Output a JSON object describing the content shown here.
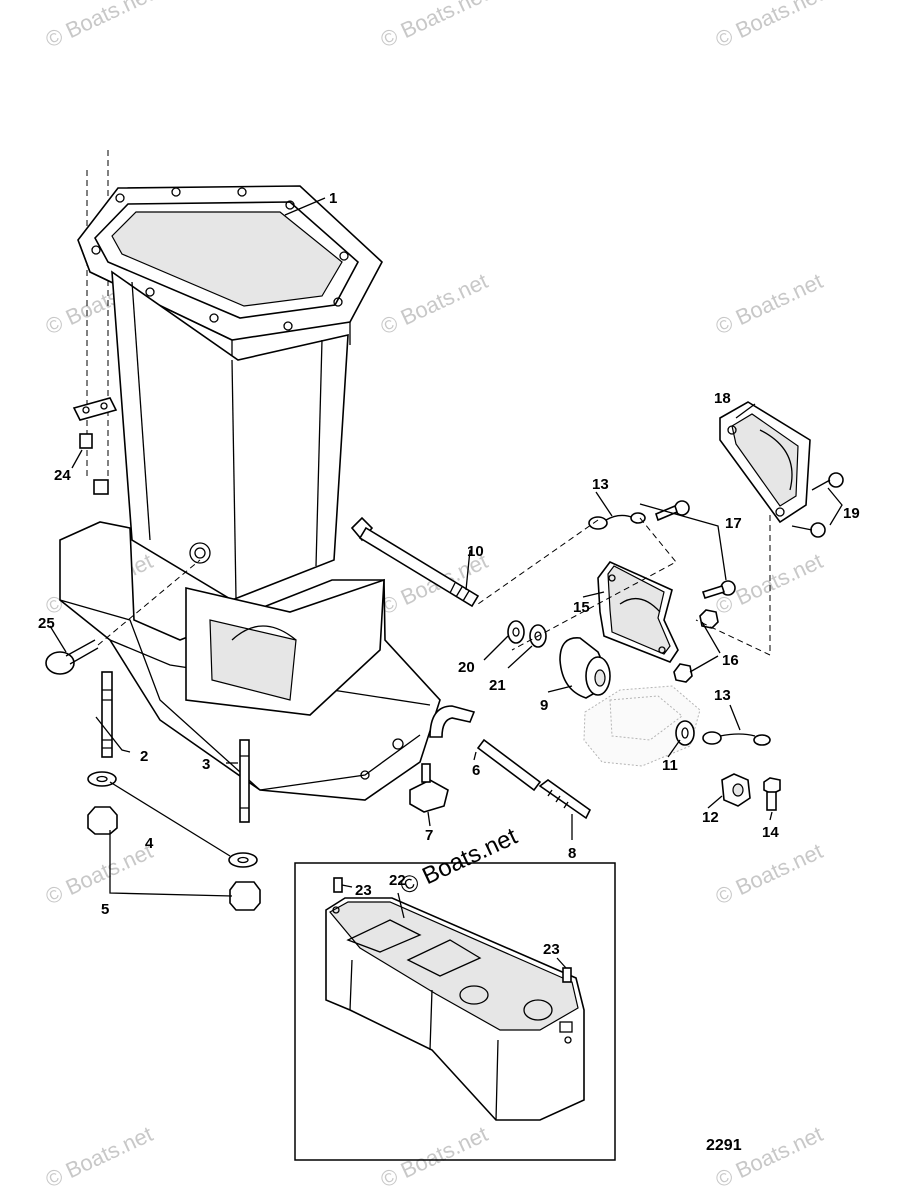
{
  "watermark": "© Boats.net",
  "diagram_number": "2291",
  "callouts": [
    {
      "id": "c1",
      "label": "1"
    },
    {
      "id": "c2",
      "label": "2"
    },
    {
      "id": "c3",
      "label": "3"
    },
    {
      "id": "c4",
      "label": "4"
    },
    {
      "id": "c5",
      "label": "5"
    },
    {
      "id": "c6",
      "label": "6"
    },
    {
      "id": "c7",
      "label": "7"
    },
    {
      "id": "c8",
      "label": "8"
    },
    {
      "id": "c9",
      "label": "9"
    },
    {
      "id": "c10",
      "label": "10"
    },
    {
      "id": "c11",
      "label": "11"
    },
    {
      "id": "c12",
      "label": "12"
    },
    {
      "id": "c13a",
      "label": "13"
    },
    {
      "id": "c13b",
      "label": "13"
    },
    {
      "id": "c14",
      "label": "14"
    },
    {
      "id": "c15",
      "label": "15"
    },
    {
      "id": "c16",
      "label": "16"
    },
    {
      "id": "c17",
      "label": "17"
    },
    {
      "id": "c18",
      "label": "18"
    },
    {
      "id": "c19",
      "label": "19"
    },
    {
      "id": "c20",
      "label": "20"
    },
    {
      "id": "c21",
      "label": "21"
    },
    {
      "id": "c22",
      "label": "22"
    },
    {
      "id": "c23a",
      "label": "23"
    },
    {
      "id": "c23b",
      "label": "23"
    },
    {
      "id": "c24",
      "label": "24"
    },
    {
      "id": "c25",
      "label": "25"
    }
  ]
}
